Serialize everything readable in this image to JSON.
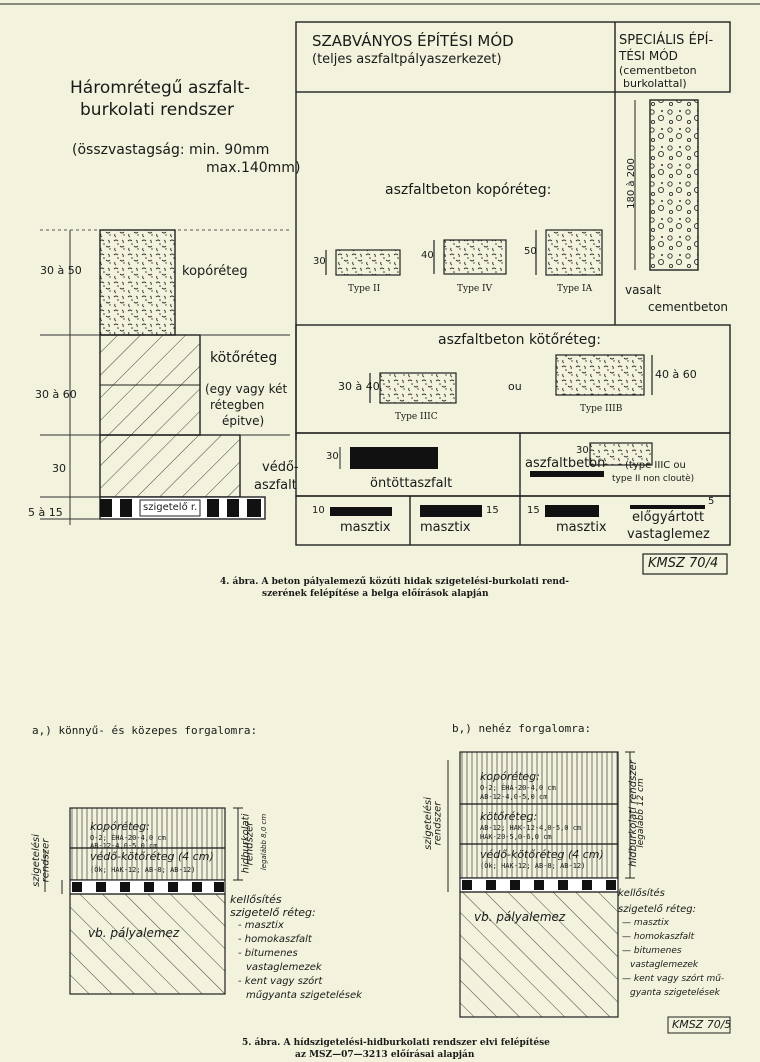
{
  "fig4": {
    "left_title_1": "Háromrétegű aszfalt-",
    "left_title_2": "burkolati rendszer",
    "left_thick_1": "(összvastagság: min. 90mm",
    "left_thick_2": "max.140mm)",
    "std_head_1": "SZABVÁNYOS ÉPÍTÉSI MÓD",
    "std_head_2": "(teljes aszfaltpályaszerkezet)",
    "spec_head_1": "SPECIÁLIS ÉPÍ-",
    "spec_head_2": "TÉSI MÓD",
    "spec_head_3": "(cementbeton",
    "spec_head_4": "burkolattal)",
    "kopo_title": "aszfaltbeton kopóréteg:",
    "type2": "Type II",
    "type4": "Type IV",
    "type1a": "Type IA",
    "dim30": "30",
    "dim40": "40",
    "dim50": "50",
    "vert_dim": "180 à 200",
    "vasalt_1": "vasalt",
    "vasalt_2": "cementbeton",
    "koto_title": "aszfaltbeton kötőréteg:",
    "dim30a40": "30 à 40",
    "ou": "ou",
    "dim40a60": "40 à 60",
    "type3c": "Type IIIC",
    "type3b": "Type IIIB",
    "onto": "öntöttaszfalt",
    "ab_label": "aszfaltbeton",
    "type3c_ou": "(type IIIC ou",
    "type2nc": "type II non cloutè)",
    "masztix": "masztix",
    "dim10": "10",
    "dim15": "15",
    "dim5": "5",
    "elogy_1": "előgyártott",
    "elogy_2": "vastaglemez",
    "layer_kopo": "kopóréteg",
    "layer_koto": "kötőréteg",
    "layer_egy_1": "(egy vagy két",
    "layer_egy_2": "rétegben",
    "layer_egy_3": "épitve)",
    "layer_vedo_1": "védő-",
    "layer_vedo_2": "aszfalt",
    "szig": "szigetelő r.",
    "d30a50": "30 à 50",
    "d30a60": "30 à 60",
    "d30": "30",
    "d5a15": "5 à 15",
    "kmsz": "KMSZ 70/4",
    "caption_1": "4. ábra. A beton pályalemezű közúti hidak szigetelési-burkolati rend-",
    "caption_2": "szerének felépítése a belga előírások alapján"
  },
  "fig5": {
    "a_title": "a,) könnyű- és közepes forgalomra:",
    "b_title": "b,) nehéz forgalomra:",
    "kopo": "kopóréteg:",
    "a_kopo_1": "O-2; ÉHA-20-4,0 cm",
    "a_kopo_2": "AB-12-4,0-5,0 cm",
    "a_vedo": "védő-kötőréteg (4 cm)",
    "vedo_sub": "(Ök; HAK-12; AB-8; AB-12)",
    "a_hid_1": "hidburkolati",
    "a_hid_2": "rendszer",
    "a_hid_3": "legalább 8,0 cm",
    "szigetelesi": "szigetelési",
    "rendszer": "rendszer",
    "kellosites": "kellősítés",
    "szig_reteg": "szigetelő réteg:",
    "a_list": [
      "- masztix",
      "- homokaszfalt",
      "- bitumenes",
      "vastaglemezek",
      "- kent vagy szórt",
      "műgyanta szigetelések"
    ],
    "b_list": [
      "— masztix",
      "— homokaszfalt",
      "— bitumenes",
      "vastaglemezek",
      "— kent vagy szórt mű-",
      "gyanta szigetelések"
    ],
    "vb": "vb. pályalemez",
    "b_kopo_1": "O-2; ÉHA-20-4,0 cm",
    "b_kopo_2": "AB-12-4,0-5,0 cm",
    "b_koto": "kötőréteg:",
    "b_koto_1": "AB-12; HAK-12-4,0-5,0 cm",
    "b_koto_2": "HAK-20-5,0-6,0 cm",
    "b_vedo": "védő-kötőréteg (4 cm)",
    "b_hid": "hidburkolati rendszer",
    "b_hid_2": "legalább 12 cm",
    "kmsz": "KMSZ 70/5",
    "caption_1": "5. ábra. A hídszigetelési-hidburkolati rendszer elvi felépítése",
    "caption_2": "az MSZ—07—3213 előírásai alapján"
  }
}
